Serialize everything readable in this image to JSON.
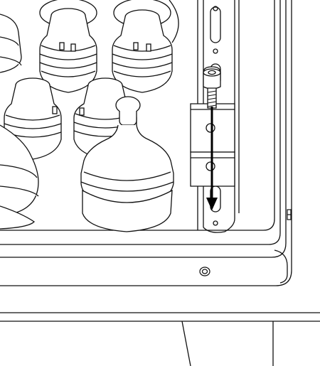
{
  "figure": {
    "kind": "assembly-instruction-line-drawing",
    "line_color": "#111111",
    "fill_color": "#ffffff",
    "arrow_color": "#000000",
    "components": {
      "screw": "socket-head-cap-screw",
      "bracket": "slotted-mounting-bracket",
      "rail": "slotted-vertical-rail",
      "parts": "bell-shaped-parts-array"
    },
    "arrow_direction": "down"
  }
}
